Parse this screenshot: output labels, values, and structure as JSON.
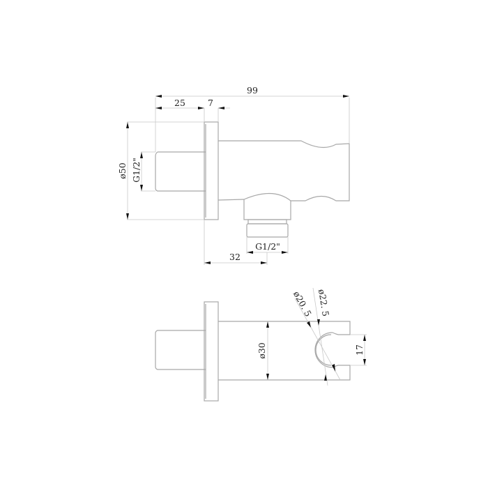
{
  "drawing": {
    "colors": {
      "background": "#ffffff",
      "outline": "#a8a8a8",
      "dimension_line": "#c8c8c8",
      "text": "#222222"
    },
    "side_view": {
      "dimensions": {
        "overall_length": "99",
        "thread_length": "25",
        "flange_thickness": "7",
        "flange_diameter": "ø50",
        "inlet_thread": "G1/2\"",
        "outlet_thread": "G1/2\"",
        "outlet_offset": "32"
      }
    },
    "top_view": {
      "dimensions": {
        "body_diameter": "ø30",
        "inner_diameter": "ø20. 5",
        "outer_diameter": "ø22. 5",
        "slot_width": "17"
      }
    }
  }
}
